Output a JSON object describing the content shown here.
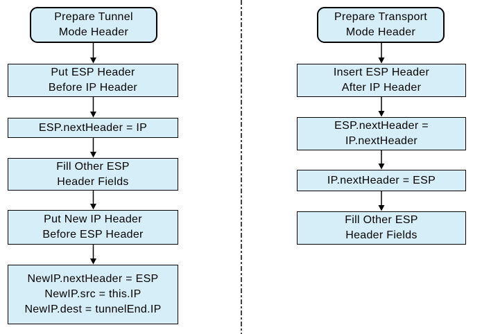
{
  "diagram": {
    "kind": "flowchart",
    "colors": {
      "box_fill": "#d6eef8",
      "box_border": "#000000",
      "arrow": "#000000",
      "divider": "#444444",
      "background": "#ffffff"
    },
    "left_flow": {
      "title": "Prepare Tunnel\nMode Header",
      "steps": [
        {
          "text": "Put ESP Header\nBefore IP Header"
        },
        {
          "text": "ESP.nextHeader = IP"
        },
        {
          "text": "Fill Other ESP\nHeader Fields"
        },
        {
          "text": "Put New IP Header\nBefore ESP Header"
        },
        {
          "text": "NewIP.nextHeader = ESP\nNewIP.src = this.IP\nNewIP.dest = tunnelEnd.IP"
        }
      ]
    },
    "right_flow": {
      "title": "Prepare Transport\nMode Header",
      "steps": [
        {
          "text": "Insert ESP Header\nAfter IP Header"
        },
        {
          "text": "ESP.nextHeader =\nIP.nextHeader"
        },
        {
          "text": "IP.nextHeader = ESP"
        },
        {
          "text": "Fill Other ESP\nHeader Fields"
        }
      ]
    }
  }
}
